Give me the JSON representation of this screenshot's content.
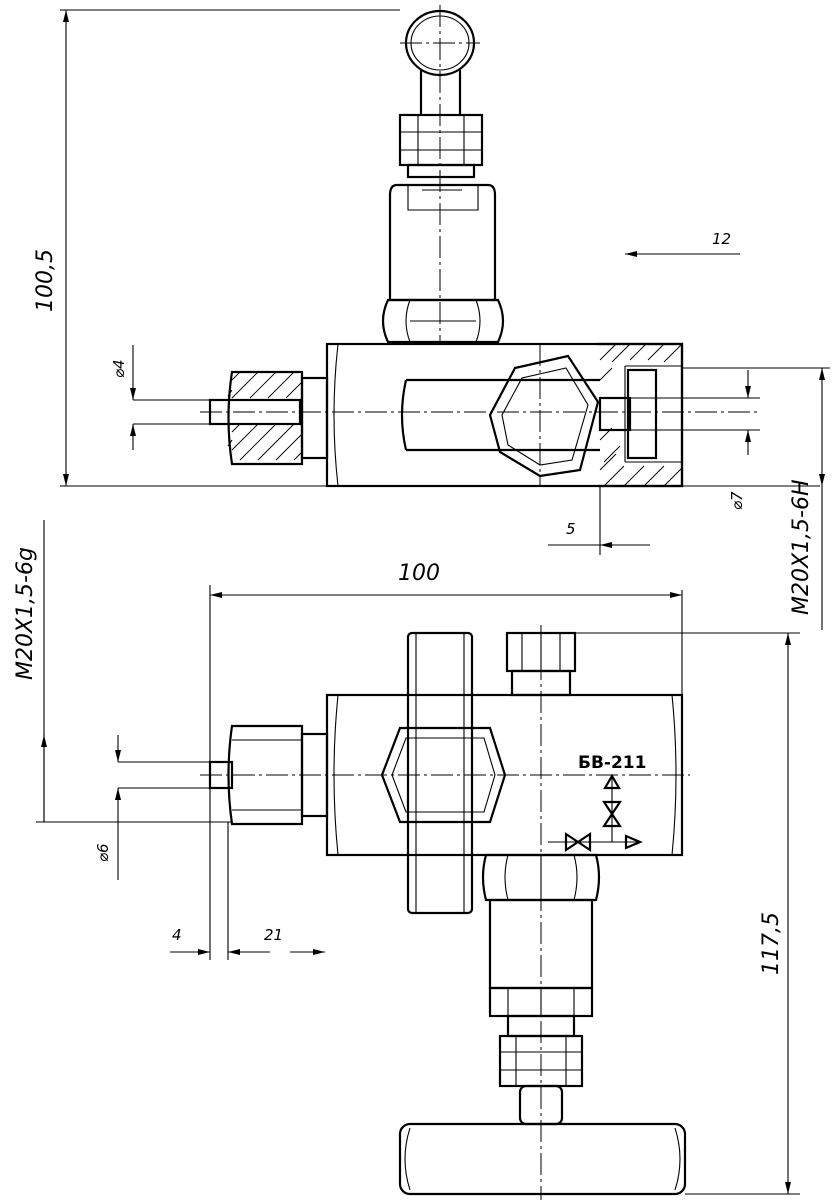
{
  "dimensions": {
    "height_total": "100,5",
    "width_top": "12",
    "dia_4": "⌀4",
    "dia_7": "⌀7",
    "thread_internal": "M20X1,5-6H",
    "offset_5": "5",
    "length_100": "100",
    "thread_external": "M20X1,5-6g",
    "dia_6": "⌀6",
    "len_4": "4",
    "len_21": "21",
    "height_bottom": "117,5"
  },
  "valve_marking": "БВ-211"
}
